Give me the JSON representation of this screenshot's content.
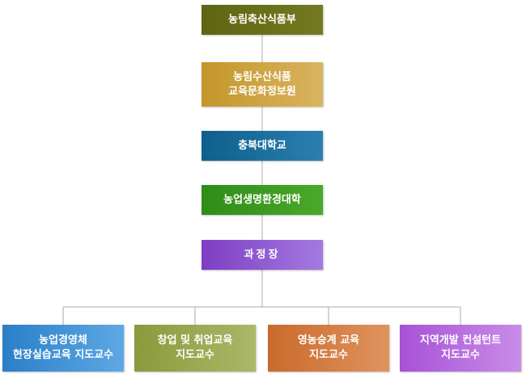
{
  "org_chart": {
    "levels": [
      {
        "lines": [
          "농림축산식품부"
        ],
        "color": "#6b701a"
      },
      {
        "lines": [
          "농림수산식품",
          "교육문화정보원"
        ],
        "color": "#cfa444"
      },
      {
        "lines": [
          "충북대학교"
        ],
        "color": "#1f6f9e"
      },
      {
        "lines": [
          "농업생명환경대학"
        ],
        "color": "#3c9a20"
      },
      {
        "lines": [
          "과정장"
        ],
        "color": "#9260d2"
      }
    ],
    "leaves": [
      {
        "lines": [
          "농업경영체",
          "현장실습교육 지도교수"
        ],
        "color": "#4494d6"
      },
      {
        "lines": [
          "창업 및 취업교육",
          "지도교수"
        ],
        "color": "#9aa952"
      },
      {
        "lines": [
          "영농승계 교육",
          "지도교수"
        ],
        "color": "#d57f45"
      },
      {
        "lines": [
          "지역개발 컨설턴트",
          "지도교수"
        ],
        "color": "#b870df"
      }
    ],
    "connector_color": "#a8a8a8"
  }
}
